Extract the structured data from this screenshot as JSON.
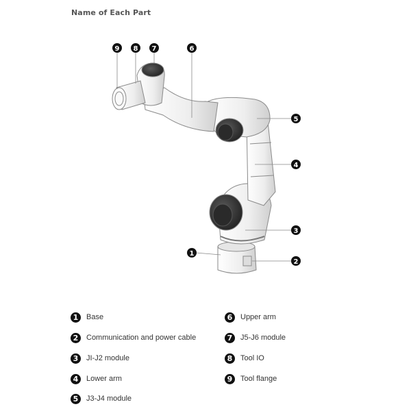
{
  "title": "Name of Each Part",
  "callouts": [
    {
      "num": "1",
      "label": "Base"
    },
    {
      "num": "2",
      "label": "Communication and power cable"
    },
    {
      "num": "3",
      "label": "JI-J2 module"
    },
    {
      "num": "4",
      "label": "Lower arm"
    },
    {
      "num": "5",
      "label": "J3-J4 module"
    },
    {
      "num": "6",
      "label": "Upper arm"
    },
    {
      "num": "7",
      "label": "J5-J6 module"
    },
    {
      "num": "8",
      "label": "Tool IO"
    },
    {
      "num": "9",
      "label": "Tool flange"
    }
  ],
  "colors": {
    "body": "#f2f2f2",
    "outline": "#8a8a8a",
    "joint_cap": "#3a3a3a",
    "badge": "#111111"
  }
}
